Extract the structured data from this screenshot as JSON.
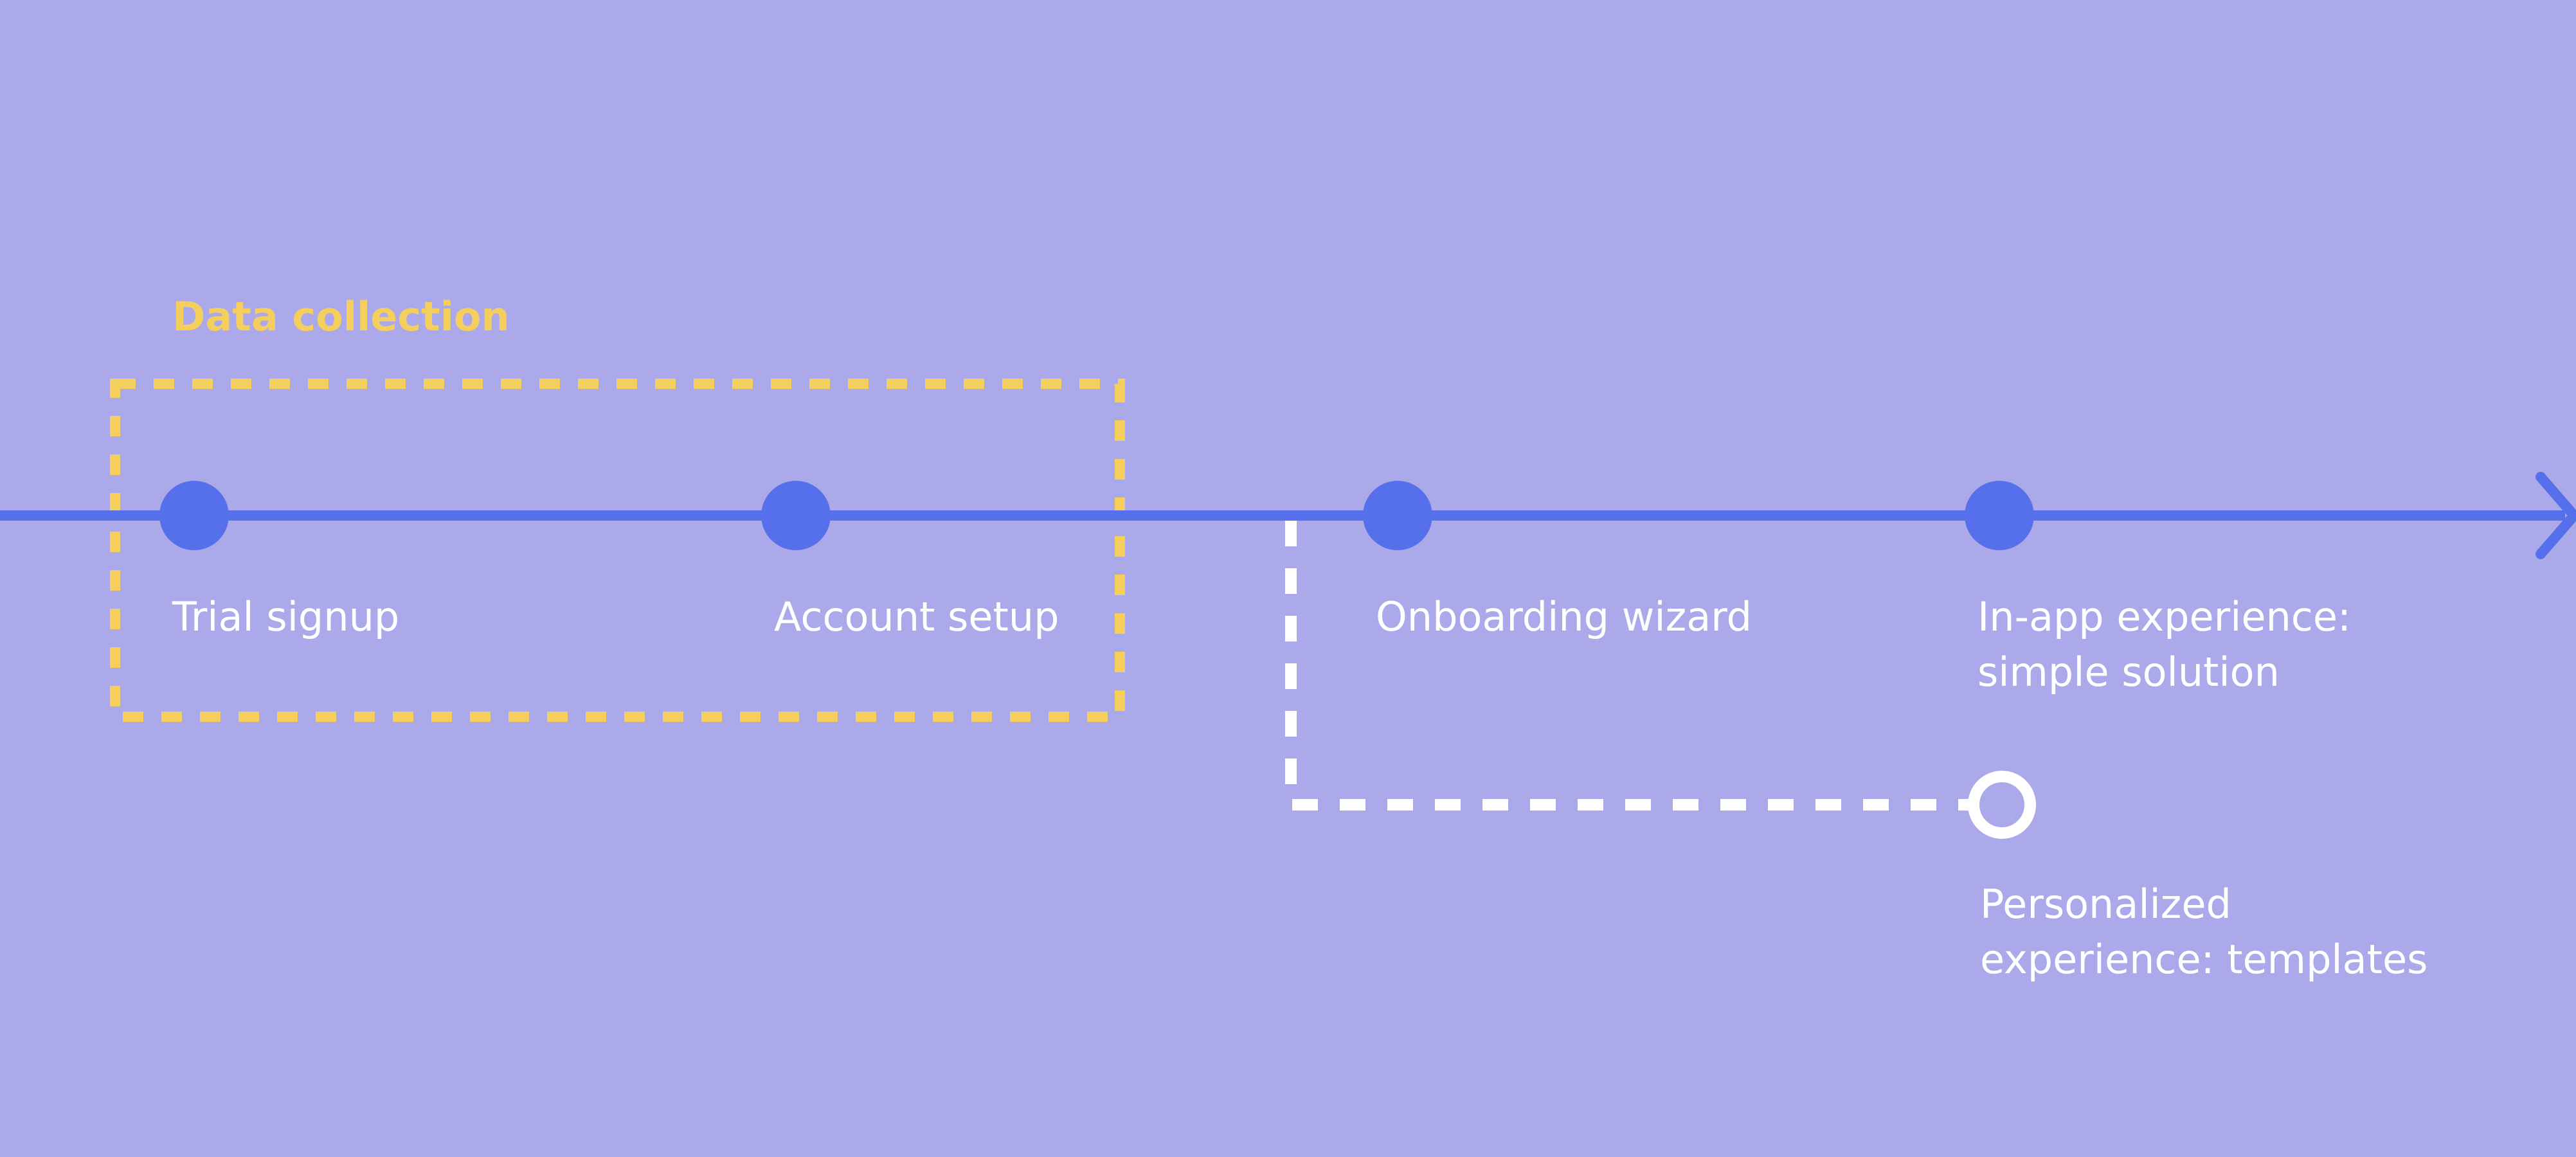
{
  "colors": {
    "background": "#aba9ea",
    "timeline": "#5570ea",
    "group_border": "#f5cf5e",
    "branch": "#ffffff",
    "label_text": "#ffffff"
  },
  "group": {
    "title": "Data collection"
  },
  "steps": [
    {
      "label": "Trial signup"
    },
    {
      "label": "Account setup"
    },
    {
      "label": "Onboarding wizard"
    },
    {
      "label_line1": "In-app experience:",
      "label_line2": "simple solution"
    }
  ],
  "branch": {
    "label_line1": "Personalized",
    "label_line2": "experience: templates"
  }
}
